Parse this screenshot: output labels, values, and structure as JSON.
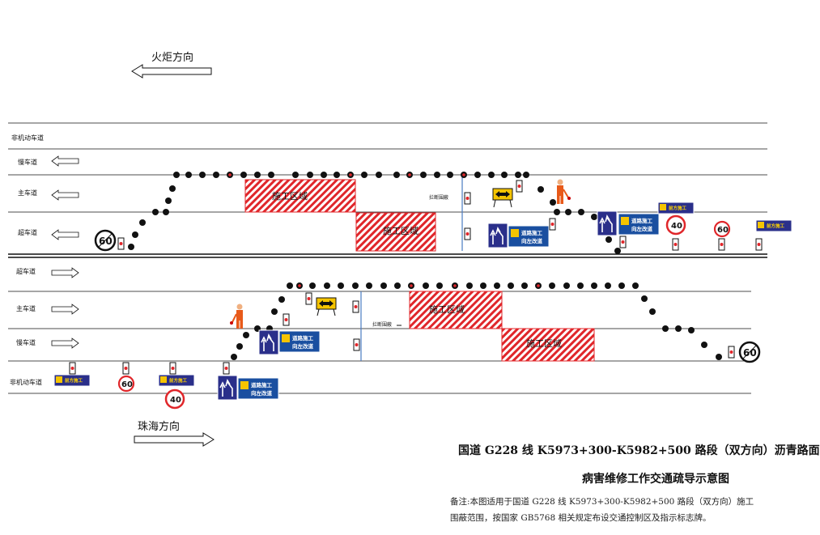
{
  "directions": {
    "top": "火炬方向",
    "bottom": "珠海方向"
  },
  "top_lanes": [
    "非机动车道",
    "慢车道",
    "主车道",
    "超车道"
  ],
  "bottom_lanes": [
    "超车道",
    "主车道",
    "慢车道",
    "非机动车道"
  ],
  "zone_label": "施工区域",
  "barrier_label": "拦断围蔽",
  "signs": {
    "detour_line1": "道路施工",
    "detour_line2": "向左改道",
    "front_construction": "前方施工"
  },
  "speed_limits": {
    "low": "40",
    "high": "60",
    "mid": "60"
  },
  "title": {
    "line1": "国道 G228 线 K5973+300-K5982+500 路段（双方向）沥青路面",
    "line2": "病害维修工作交通疏导示意图"
  },
  "note": {
    "line1": "备注:本图适用于国道 G228 线 K5973+300-K5982+500 路段（双方向）施工",
    "line2": "围蔽范围，按国家 GB5768 相关规定布设交通控制区及指示标志牌。"
  },
  "colors": {
    "zone_hatch": "#e0262a",
    "sign_blue": "#1a4fa0",
    "dark_blue": "#2a2f8a",
    "cone_dot": "#111111",
    "barrier_line": "#4a7cc0"
  }
}
